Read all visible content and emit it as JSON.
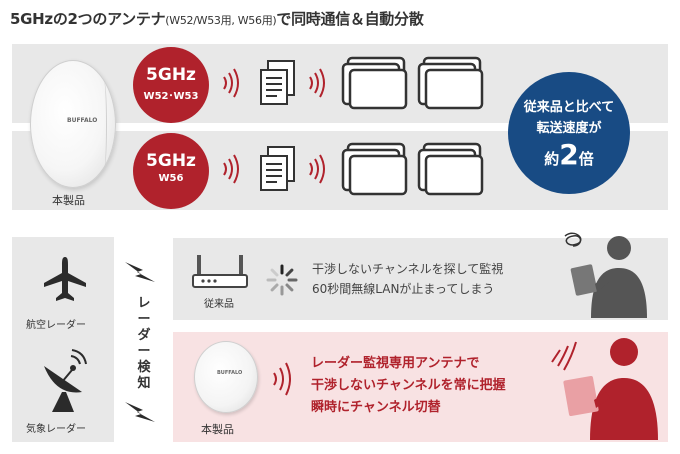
{
  "title": {
    "part1": "5GHzの2つのアンテナ",
    "part2": "(W52/W53用, W56用)",
    "part3": "で同時通信＆自動分散"
  },
  "product_logo": "BUFFALO",
  "band_w52": {
    "ghz": "5GHz",
    "sub": "W52･W53"
  },
  "band_w56": {
    "ghz": "5GHz",
    "sub": "W56"
  },
  "product_label": "本製品",
  "speed_badge": {
    "line1": "従来品と比べて",
    "line2": "転送速度が",
    "prefix": "約",
    "number": "2",
    "suffix": "倍"
  },
  "radar": {
    "aviation": "航空レーダー",
    "weather": "気象レーダー",
    "detect": "レーダー検知"
  },
  "conventional": {
    "label": "従来品",
    "line1": "干渉しないチャンネルを探して監視",
    "line2": "60秒間無線LANが止まってしまう"
  },
  "this_product": {
    "label": "本製品",
    "line1": "レーダー監視専用アンテナで",
    "line2": "干渉しないチャンネルを常に把握",
    "line3": "瞬時にチャンネル切替"
  },
  "colors": {
    "red": "#b0222c",
    "navy": "#184b84",
    "gray_band": "#e8e8e8",
    "pink_band": "#f8e2e3"
  }
}
